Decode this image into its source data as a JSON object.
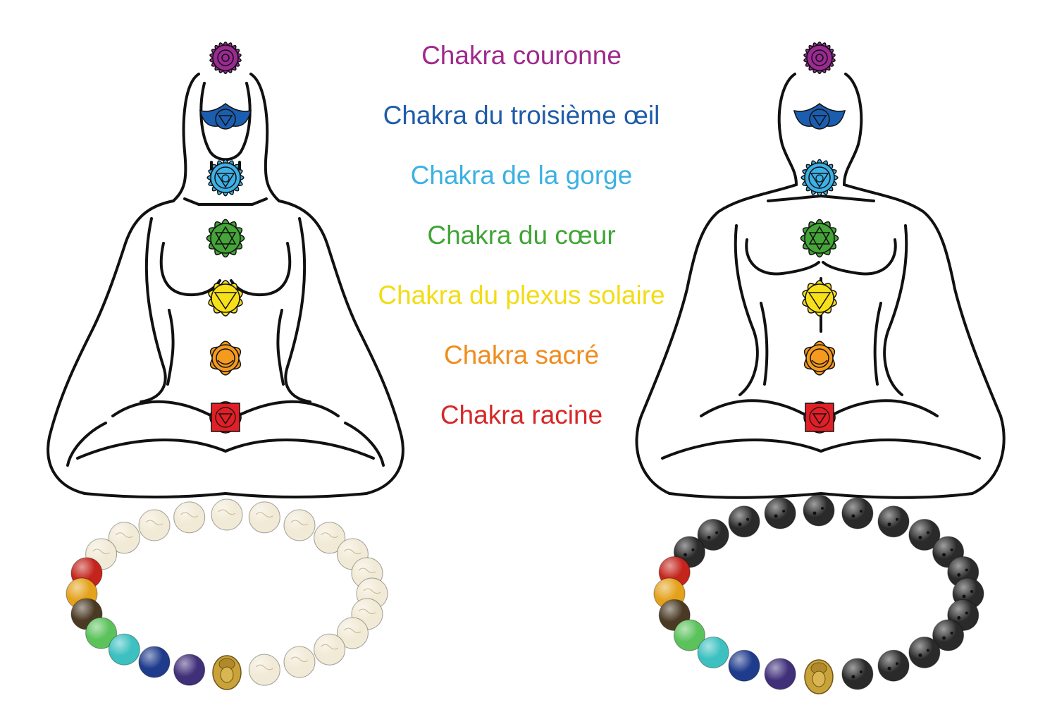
{
  "chakras": [
    {
      "label": "Chakra couronne",
      "color": "#a0288c",
      "fill": "#9b2a93",
      "shape": "lotus"
    },
    {
      "label": "Chakra du troisième œil",
      "color": "#1f5ca8",
      "fill": "#1b5eaf",
      "shape": "eye"
    },
    {
      "label": "Chakra de la gorge",
      "color": "#3ab1e3",
      "fill": "#3eb0e6",
      "shape": "petals16"
    },
    {
      "label": "Chakra du cœur",
      "color": "#3fa535",
      "fill": "#45a538",
      "shape": "petals12"
    },
    {
      "label": "Chakra du plexus solaire",
      "color": "#f2dc14",
      "fill": "#f6e01a",
      "shape": "petals10"
    },
    {
      "label": "Chakra sacré",
      "color": "#f08c1e",
      "fill": "#f49a1e",
      "shape": "petals6"
    },
    {
      "label": "Chakra racine",
      "color": "#d62828",
      "fill": "#e01f26",
      "shape": "square"
    }
  ],
  "figures": [
    {
      "name": "female-meditating-figure",
      "bracelet": "white-howlite-bracelet",
      "bead_color": "#f1ead6"
    },
    {
      "name": "male-meditating-figure",
      "bracelet": "black-lava-bracelet",
      "bead_color": "#2a2a2a"
    }
  ],
  "bracelet_stones": [
    "#c4241c",
    "#e4a21c",
    "#4a3a24",
    "#5cc25c",
    "#3cc0c0",
    "#1f3c8c",
    "#40307a"
  ],
  "buddha_charm_color": "#c9a23a"
}
